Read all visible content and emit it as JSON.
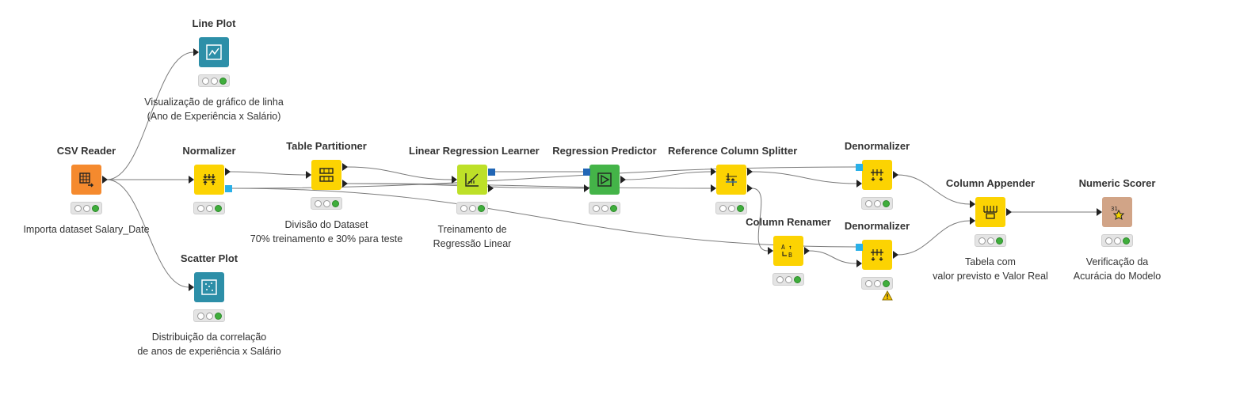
{
  "workflow": {
    "nodes": [
      {
        "id": "line_plot",
        "title": "Line Plot",
        "color": "#2d8fa8",
        "icon": "line-chart-icon",
        "status": "executed",
        "description": [
          "Visualização de gráfico de linha",
          "(Ano de Experiência x Salário)"
        ]
      },
      {
        "id": "csv_reader",
        "title": "CSV Reader",
        "color": "#f58a2e",
        "icon": "table-reader-icon",
        "status": "executed",
        "description": [
          "Importa dataset Salary_Date"
        ]
      },
      {
        "id": "normalizer",
        "title": "Normalizer",
        "color": "#fcd302",
        "icon": "normalize-icon",
        "status": "executed",
        "description": []
      },
      {
        "id": "scatter_plot",
        "title": "Scatter Plot",
        "color": "#2d8fa8",
        "icon": "scatter-plot-icon",
        "status": "executed",
        "description": [
          "Distribuição da correlação",
          "de anos de experiência x Salário"
        ]
      },
      {
        "id": "table_partitioner",
        "title": "Table Partitioner",
        "color": "#fcd302",
        "icon": "partition-icon",
        "status": "executed",
        "description": [
          "Divisão do Dataset",
          "70% treinamento e 30% para teste"
        ]
      },
      {
        "id": "lr_learner",
        "title": "Linear Regression Learner",
        "color": "#bde028",
        "icon": "regression-learner-icon",
        "status": "executed",
        "description": [
          "Treinamento de",
          "Regressão Linear"
        ]
      },
      {
        "id": "reg_predictor",
        "title": "Regression Predictor",
        "color": "#44b448",
        "icon": "predictor-icon",
        "status": "executed",
        "description": []
      },
      {
        "id": "ref_col_splitter",
        "title": "Reference Column Splitter",
        "color": "#fcd302",
        "icon": "column-split-icon",
        "status": "executed",
        "description": []
      },
      {
        "id": "column_renamer",
        "title": "Column Renamer",
        "color": "#fcd302",
        "icon": "rename-icon",
        "status": "executed",
        "description": []
      },
      {
        "id": "denormalizer_1",
        "title": "Denormalizer",
        "color": "#fcd302",
        "icon": "denormalize-icon",
        "status": "executed",
        "description": []
      },
      {
        "id": "denormalizer_2",
        "title": "Denormalizer",
        "color": "#fcd302",
        "icon": "denormalize-icon",
        "status": "executed-warning",
        "description": []
      },
      {
        "id": "column_appender",
        "title": "Column Appender",
        "color": "#fcd302",
        "icon": "column-append-icon",
        "status": "executed",
        "description": [
          "Tabela com",
          "valor previsto e Valor Real"
        ]
      },
      {
        "id": "numeric_scorer",
        "title": "Numeric Scorer",
        "color": "#d1a487",
        "icon": "scorer-icon",
        "status": "executed",
        "description": [
          "Verificação da",
          "Acurácia do Modelo"
        ]
      }
    ],
    "connections": [
      [
        "csv_reader",
        "line_plot"
      ],
      [
        "csv_reader",
        "normalizer"
      ],
      [
        "csv_reader",
        "scatter_plot"
      ],
      [
        "normalizer",
        "table_partitioner"
      ],
      [
        "normalizer",
        "denormalizer_1"
      ],
      [
        "normalizer",
        "denormalizer_2"
      ],
      [
        "table_partitioner",
        "lr_learner"
      ],
      [
        "table_partitioner",
        "reg_predictor"
      ],
      [
        "table_partitioner",
        "ref_col_splitter"
      ],
      [
        "lr_learner",
        "reg_predictor"
      ],
      [
        "reg_predictor",
        "ref_col_splitter"
      ],
      [
        "ref_col_splitter",
        "denormalizer_1"
      ],
      [
        "ref_col_splitter",
        "column_renamer"
      ],
      [
        "column_renamer",
        "denormalizer_2"
      ],
      [
        "denormalizer_1",
        "column_appender"
      ],
      [
        "denormalizer_2",
        "column_appender"
      ],
      [
        "column_appender",
        "numeric_scorer"
      ]
    ]
  }
}
